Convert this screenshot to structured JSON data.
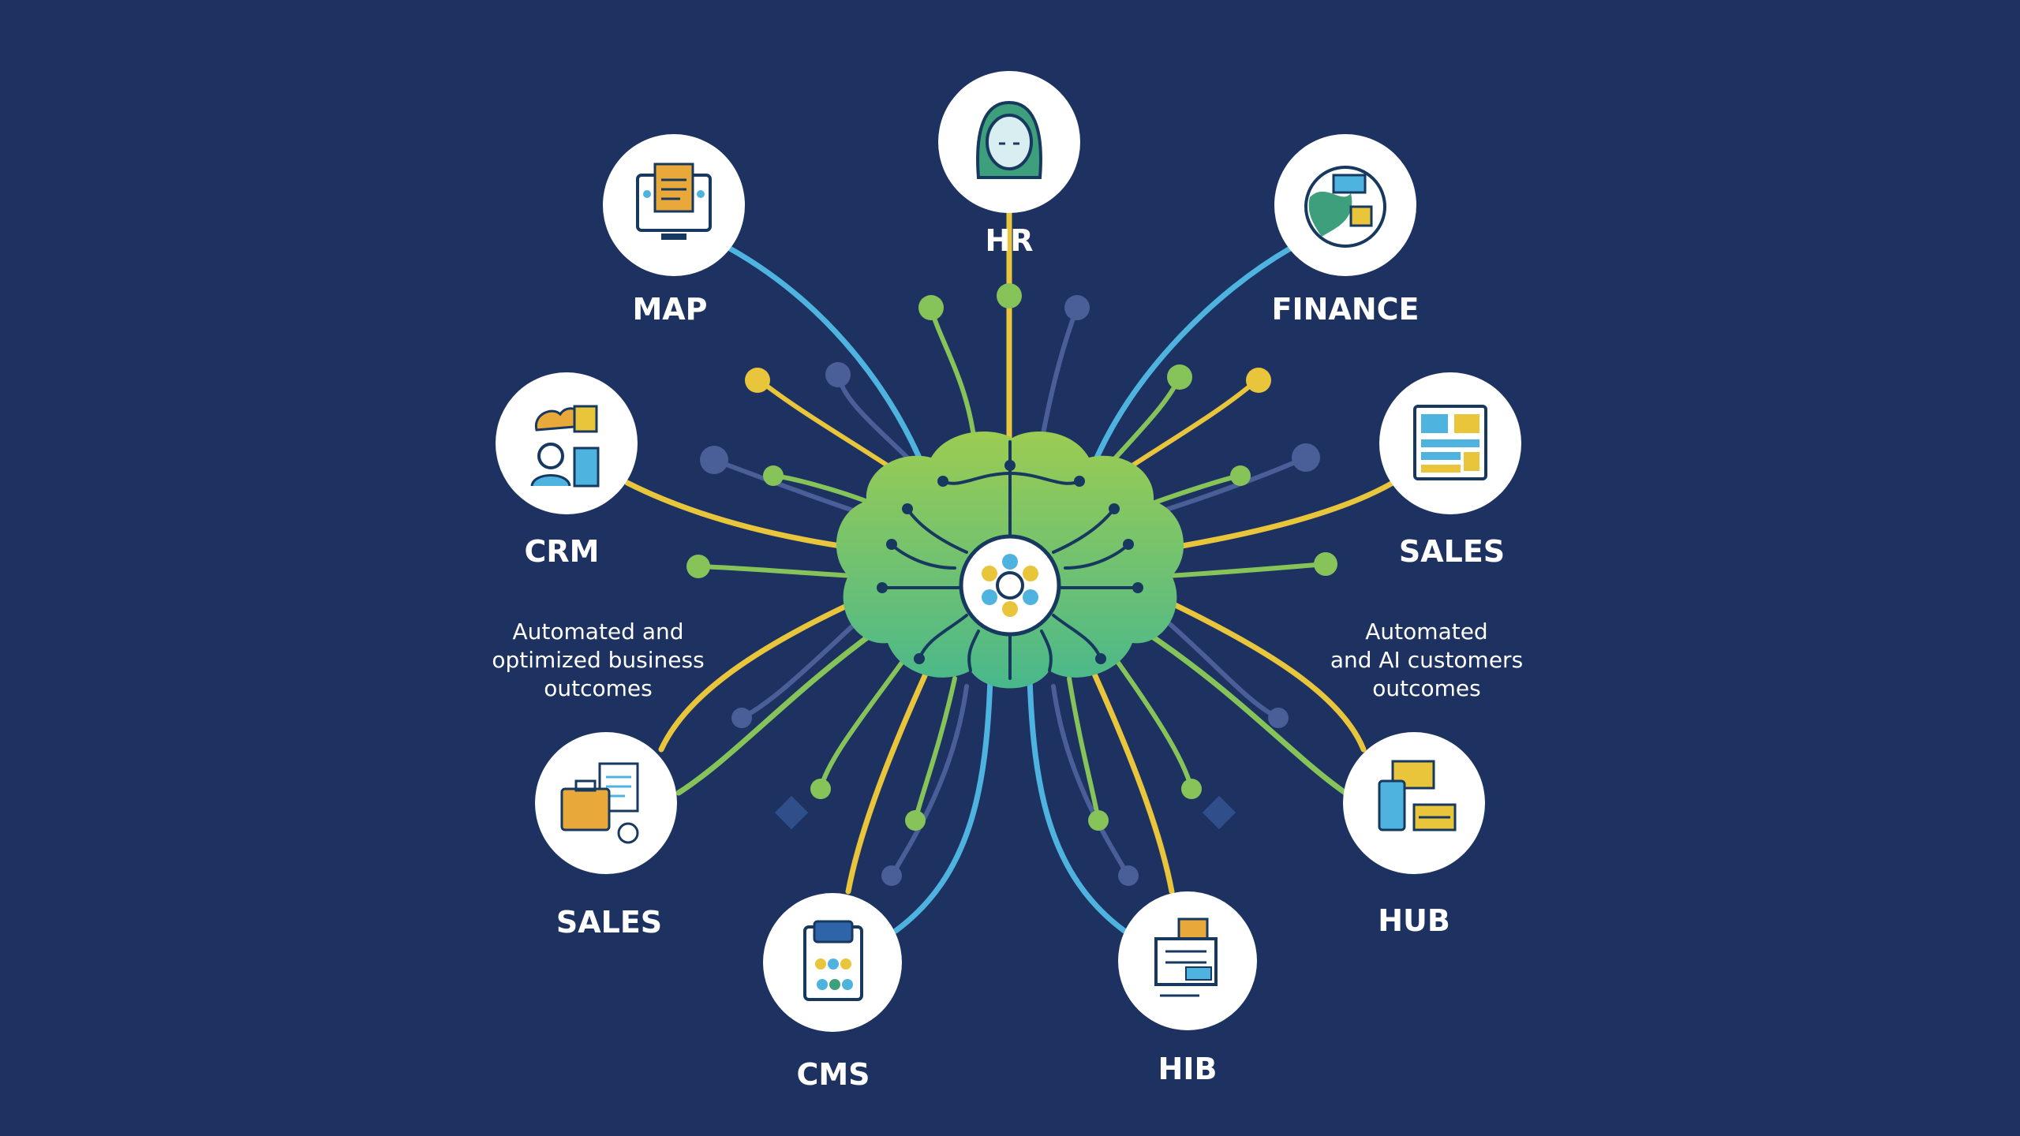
{
  "background_color": "#1d3261",
  "palette": {
    "blue": "#4fb3e0",
    "yellow": "#e8c53a",
    "green": "#86c45a",
    "dim": "#4a5f98",
    "brain_light": "#9ccc52",
    "brain_dark": "#49b88c",
    "circuit": "#17385f"
  },
  "center": {
    "icon": "ai-core-icon"
  },
  "nodes": [
    {
      "label": "HR",
      "icon": "person-icon"
    },
    {
      "label": "MAP",
      "icon": "monitor-dashboard-icon"
    },
    {
      "label": "FINANCE",
      "icon": "globe-chart-icon"
    },
    {
      "label": "CRM",
      "icon": "cloud-user-icon"
    },
    {
      "label": "SALES",
      "icon": "dashboard-panel-icon"
    },
    {
      "label": "SALES",
      "icon": "briefcase-documents-icon"
    },
    {
      "label": "HUB",
      "icon": "devices-icon"
    },
    {
      "label": "CMS",
      "icon": "clipboard-icon"
    },
    {
      "label": "HIB",
      "icon": "documents-stack-icon"
    }
  ],
  "captions": {
    "left": [
      "Automated and",
      "optimized business",
      "outcomes"
    ],
    "right": [
      "Automated",
      "and AI customers",
      "outcomes"
    ]
  }
}
